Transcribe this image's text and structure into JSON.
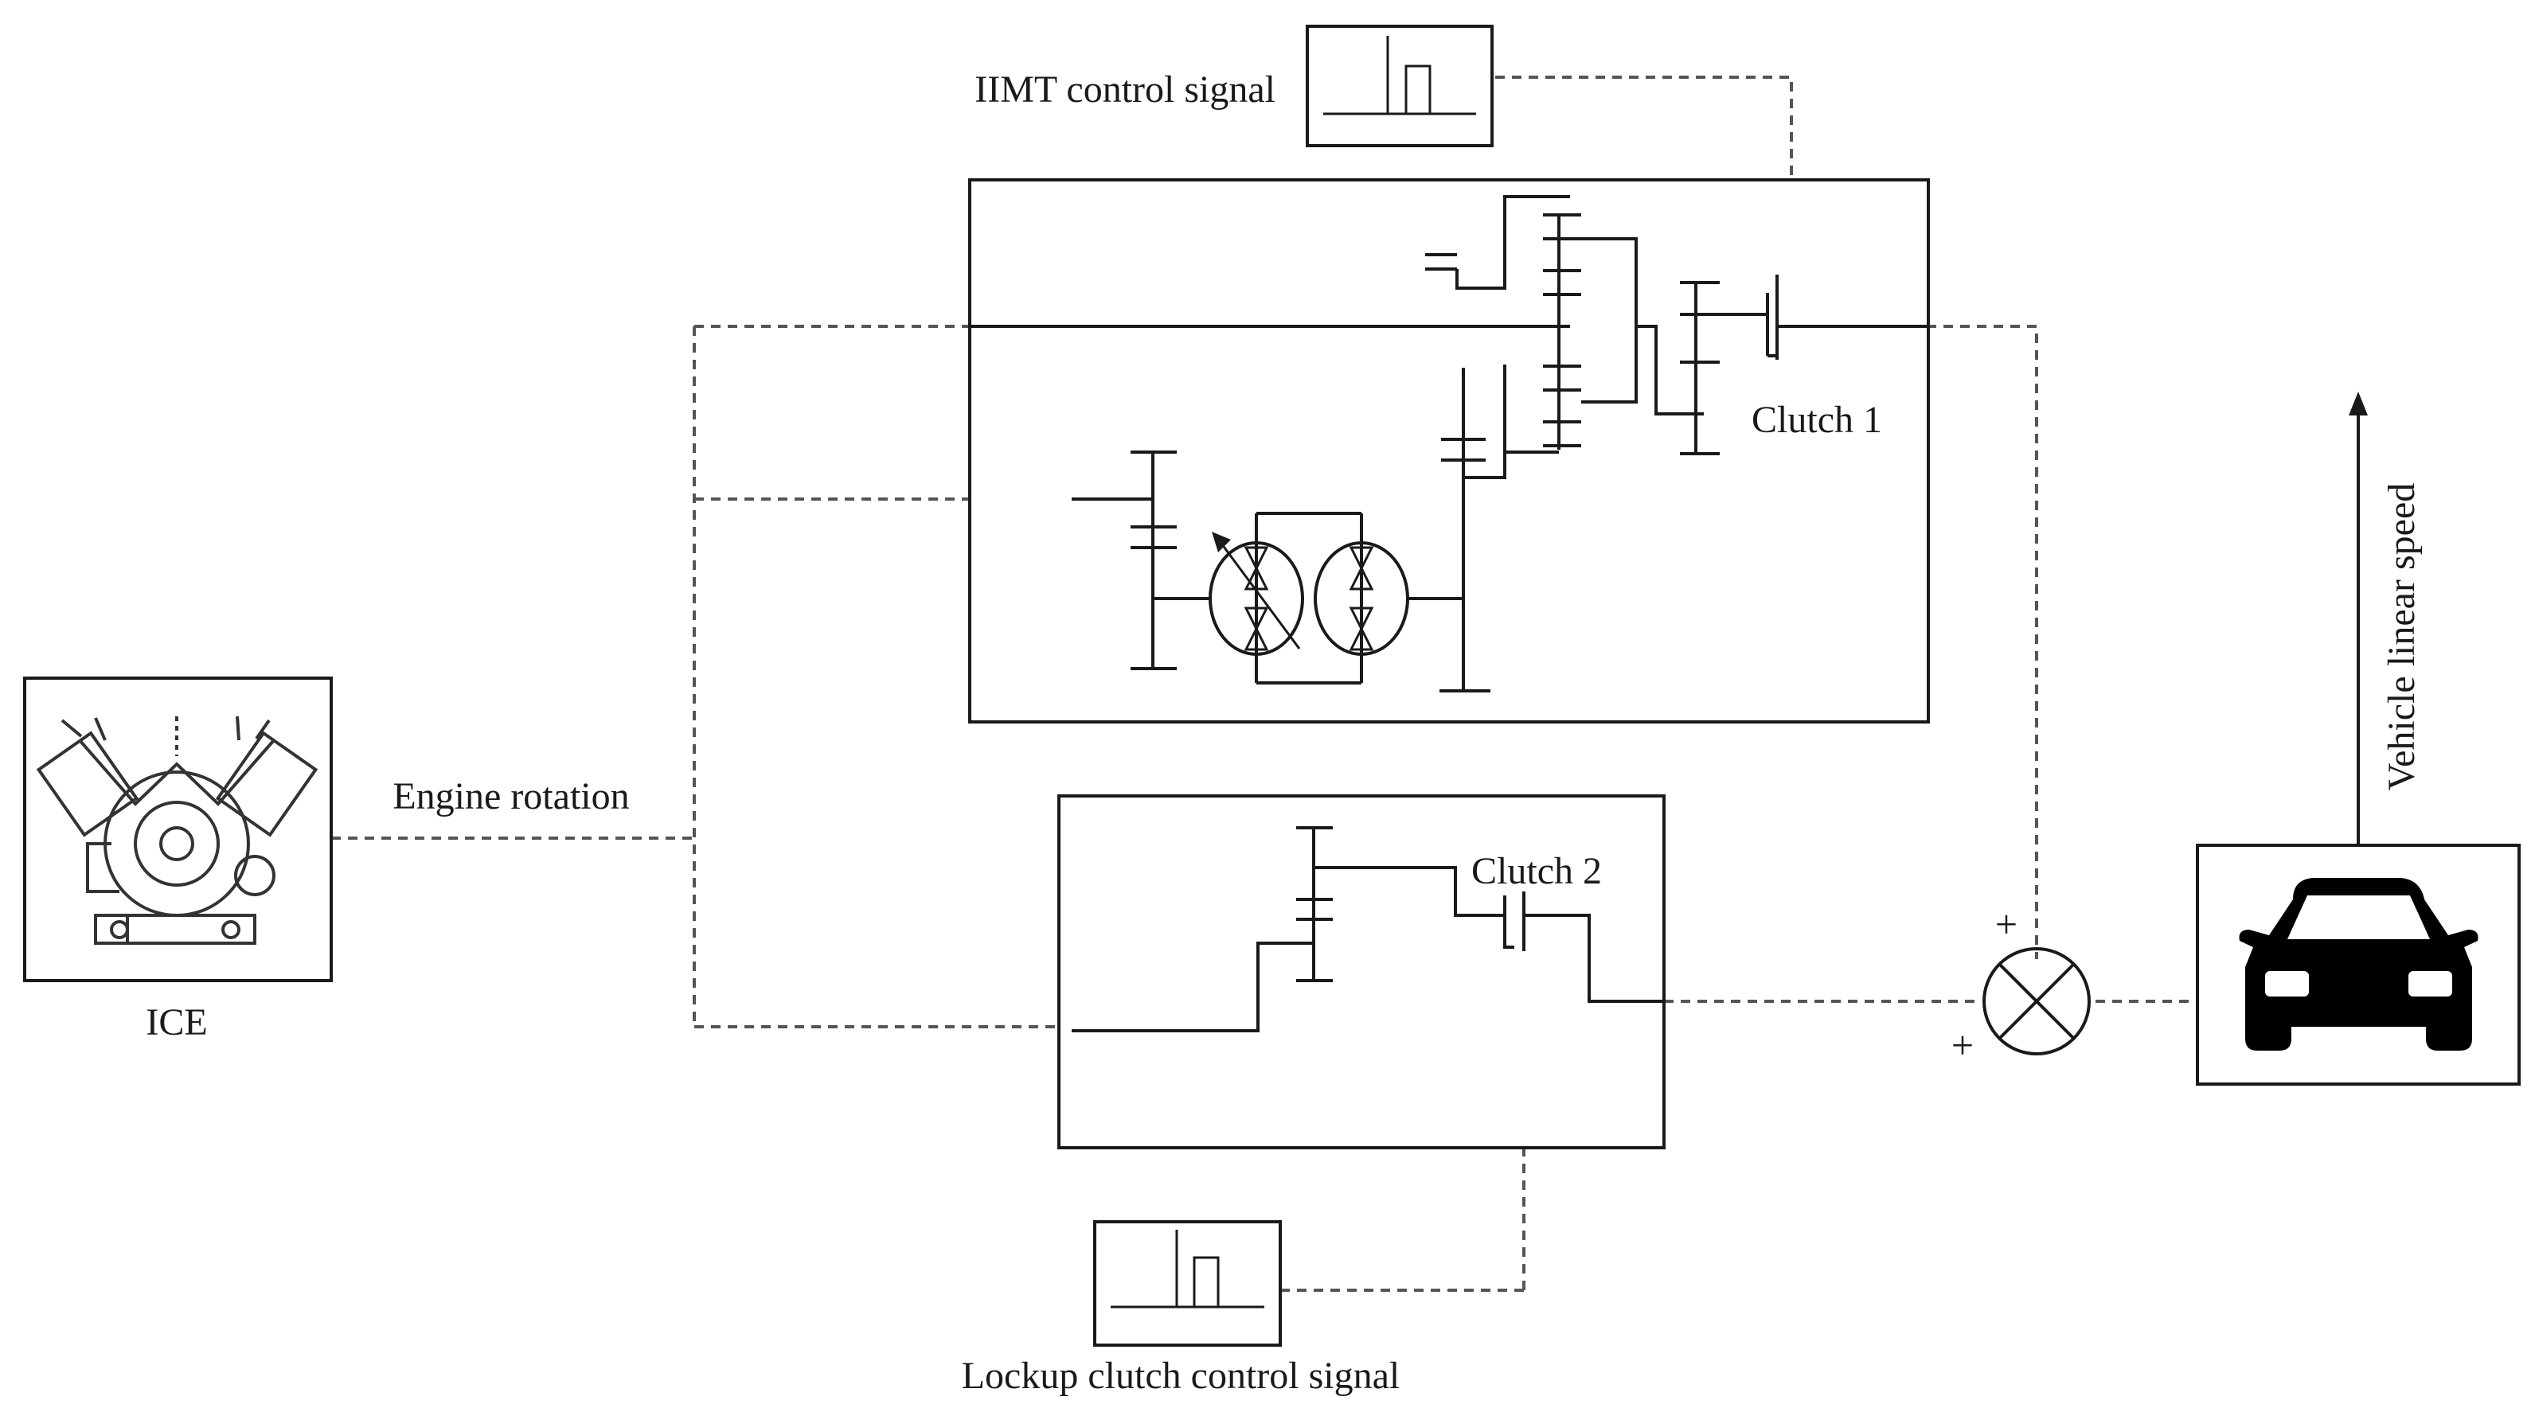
{
  "labels": {
    "iimt_control_signal": "IIMT control signal",
    "clutch1": "Clutch 1",
    "clutch2": "Clutch 2",
    "engine_rotation": "Engine rotation",
    "ice": "ICE",
    "vehicle_linear_speed": "Vehicle linear speed",
    "lockup_clutch_control_signal": "Lockup clutch control signal",
    "sum_plus_top": "+",
    "sum_plus_left": "+"
  },
  "icons": {
    "engine": "engine-icon",
    "car": "car-icon",
    "pulse": "pulse-signal-icon",
    "summing_junction": "summing-junction-icon"
  },
  "colors": {
    "line": "#1a1a1a",
    "signal": "#555555",
    "background": "#ffffff"
  }
}
